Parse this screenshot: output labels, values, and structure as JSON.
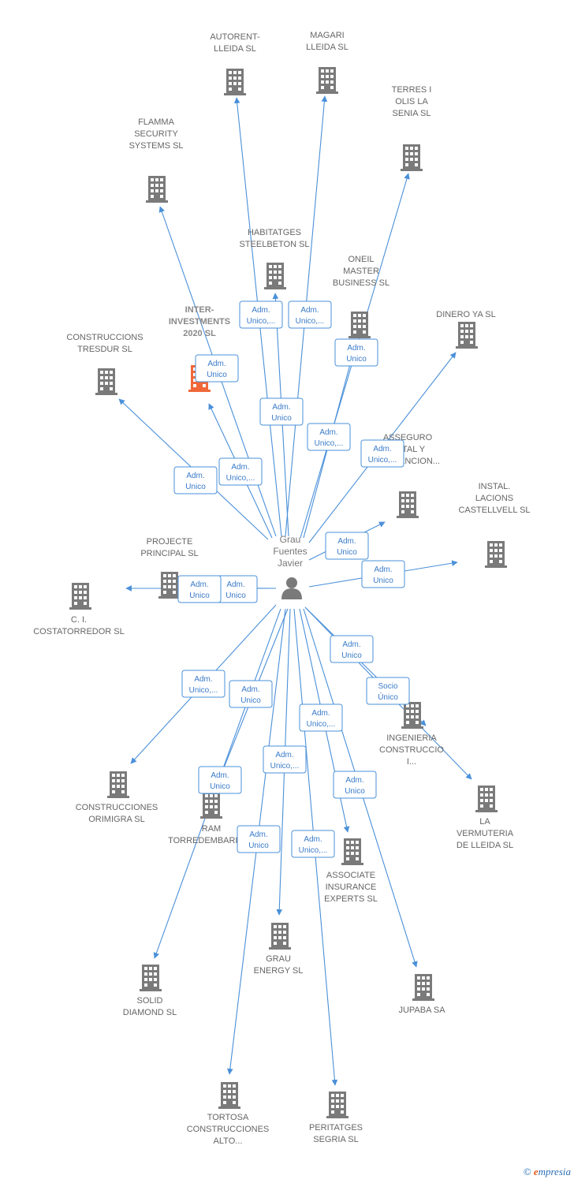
{
  "center": {
    "label_lines": [
      "Grau",
      "Fuentes",
      "Javier"
    ],
    "icon": "person-icon"
  },
  "colors": {
    "edge": "#4a90d9",
    "building": "#7a7a7a",
    "highlight": "#f0683a",
    "relation_text": "#3a7bc8"
  },
  "companies": [
    {
      "id": "autorent",
      "lines": [
        "AUTORENT-",
        "LLEIDA SL"
      ],
      "relation": [
        "Adm.",
        "Unico,..."
      ]
    },
    {
      "id": "magari",
      "lines": [
        "MAGARI",
        "LLEIDA SL"
      ],
      "relation": [
        "Adm.",
        "Unico,..."
      ]
    },
    {
      "id": "terres",
      "lines": [
        "TERRES I",
        "OLIS LA",
        "SENIA SL"
      ],
      "relation": [
        "Adm.",
        "Unico"
      ]
    },
    {
      "id": "flamma",
      "lines": [
        "FLAMMA",
        "SECURITY",
        "SYSTEMS SL"
      ],
      "relation": [
        "Adm.",
        "Unico"
      ]
    },
    {
      "id": "habitatges",
      "lines": [
        "HABITATGES",
        "STEELBETON SL"
      ],
      "relation": [
        "Adm.",
        "Unico"
      ]
    },
    {
      "id": "oneil",
      "lines": [
        "ONEIL",
        "MASTER",
        "BUSINESS SL"
      ],
      "relation": [
        "Adm.",
        "Unico,..."
      ]
    },
    {
      "id": "dinero",
      "lines": [
        "DINERO YA SL"
      ],
      "relation": [
        "Adm.",
        "Unico,..."
      ]
    },
    {
      "id": "inter",
      "lines": [
        "INTER-",
        "INVESTMENTS",
        "2020 SL"
      ],
      "relation": [
        "Adm.",
        "Unico,..."
      ],
      "highlight": true
    },
    {
      "id": "tresdur",
      "lines": [
        "CONSTRUCCIONS",
        "TRESDUR SL"
      ],
      "relation": [
        "Adm.",
        "Unico"
      ]
    },
    {
      "id": "asseguro",
      "lines": [
        "ASSEGURO",
        "TOTAL Y",
        "PREVENCION..."
      ],
      "relation": [
        "Adm.",
        "Unico"
      ]
    },
    {
      "id": "castellvell",
      "lines": [
        "INSTAL.",
        "LACIONS",
        "CASTELLVELL SL"
      ],
      "relation": [
        "Adm.",
        "Unico"
      ]
    },
    {
      "id": "projecte",
      "lines": [
        "PROJECTE",
        "PRINCIPAL SL"
      ],
      "relation": [
        "Adm.",
        "Unico"
      ]
    },
    {
      "id": "costatorredor",
      "lines": [
        "C. I.",
        "COSTATORREDOR SL"
      ],
      "relation": [
        "Adm.",
        "Unico"
      ]
    },
    {
      "id": "lavermuteria",
      "lines": [
        "LA",
        "VERMUTERIA",
        "DE LLEIDA SL"
      ],
      "relation": [
        "Adm.",
        "Unico"
      ]
    },
    {
      "id": "ingenieria",
      "lines": [
        "INGENIERIA",
        "CONSTRUCCIO",
        "I..."
      ],
      "relation": [
        "Socio",
        "Único"
      ]
    },
    {
      "id": "orimigra",
      "lines": [
        "CONSTRUCCIONES",
        "ORIMIGRA SL"
      ],
      "relation": [
        "Adm.",
        "Unico,..."
      ]
    },
    {
      "id": "torredembarra",
      "lines": [
        "RAM",
        "TORREDEMBARRA..."
      ],
      "relation": [
        "Adm.",
        "Unico"
      ]
    },
    {
      "id": "associate",
      "lines": [
        "ASSOCIATE",
        "INSURANCE",
        "EXPERTS SL"
      ],
      "relation": [
        "Adm.",
        "Unico,..."
      ]
    },
    {
      "id": "grauenergy",
      "lines": [
        "GRAU",
        "ENERGY SL"
      ],
      "relation": [
        "Adm.",
        "Unico,..."
      ]
    },
    {
      "id": "jupaba",
      "lines": [
        "JUPABA SA"
      ],
      "relation": [
        "Adm.",
        "Unico"
      ]
    },
    {
      "id": "soliddiamond",
      "lines": [
        "SOLID",
        "DIAMOND SL"
      ],
      "relation": [
        "Adm.",
        "Unico"
      ]
    },
    {
      "id": "tortosa",
      "lines": [
        "TORTOSA",
        "CONSTRUCCIONES",
        "ALTO..."
      ],
      "relation": [
        "Adm.",
        "Unico"
      ]
    },
    {
      "id": "peritatges",
      "lines": [
        "PERITATGES",
        "SEGRIA SL"
      ],
      "relation": [
        "Adm.",
        "Unico,..."
      ]
    }
  ],
  "brand": {
    "copyright": "©",
    "first_letter": "e",
    "rest": "mpresia"
  }
}
